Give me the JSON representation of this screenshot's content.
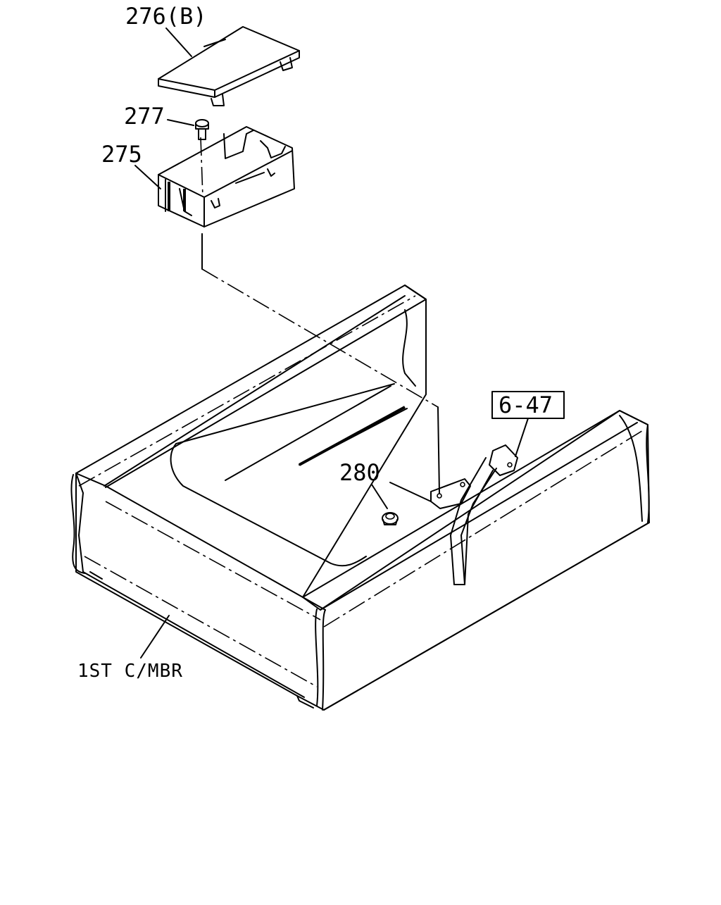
{
  "callouts": {
    "cover": "276(B)",
    "bolt": "277",
    "box": "275",
    "nut": "280",
    "ref_box": "6-47",
    "member": "1ST C/MBR"
  }
}
